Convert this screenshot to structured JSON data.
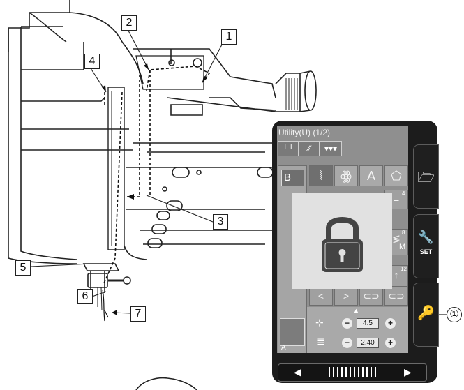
{
  "callouts": {
    "c1": "1",
    "c2": "2",
    "c3": "3",
    "c4": "4",
    "c5": "5",
    "c6": "6",
    "c7": "7",
    "panel_ref": "①"
  },
  "screen": {
    "title": "Utility(U) (1/2)",
    "pattern_letter": "B",
    "stitch_symbols": [
      "A"
    ],
    "cell_numbers": [
      "4",
      "8",
      "12"
    ],
    "cell_letter": "M",
    "foot_label": "A",
    "stitch_width": "4.5",
    "stitch_length": "2.40",
    "minus": "−",
    "plus": "+"
  },
  "side_tabs": [
    {
      "icon": "save-folder-icon"
    },
    {
      "icon": "set-wrench-icon",
      "label": "SET"
    },
    {
      "icon": "key-lock-icon"
    }
  ],
  "icons": {
    "lock": "padlock-icon",
    "prev": "left-arrow-icon",
    "next": "right-arrow-icon"
  },
  "colors": {
    "panel": "#1c1c1c",
    "screen": "#8f8f8f",
    "overlay": "#e1e1e1",
    "lock": "#444444"
  }
}
